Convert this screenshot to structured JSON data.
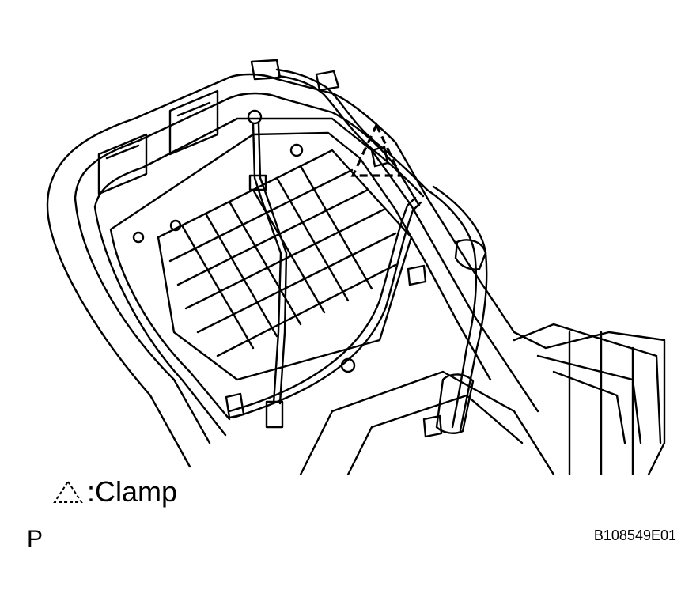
{
  "legend": {
    "symbol_icon": "dashed-triangle-icon",
    "label": ":Clamp"
  },
  "corner_letter": "P",
  "figure_code": "B108549E01",
  "colors": {
    "line": "#000000",
    "background": "#ffffff"
  }
}
